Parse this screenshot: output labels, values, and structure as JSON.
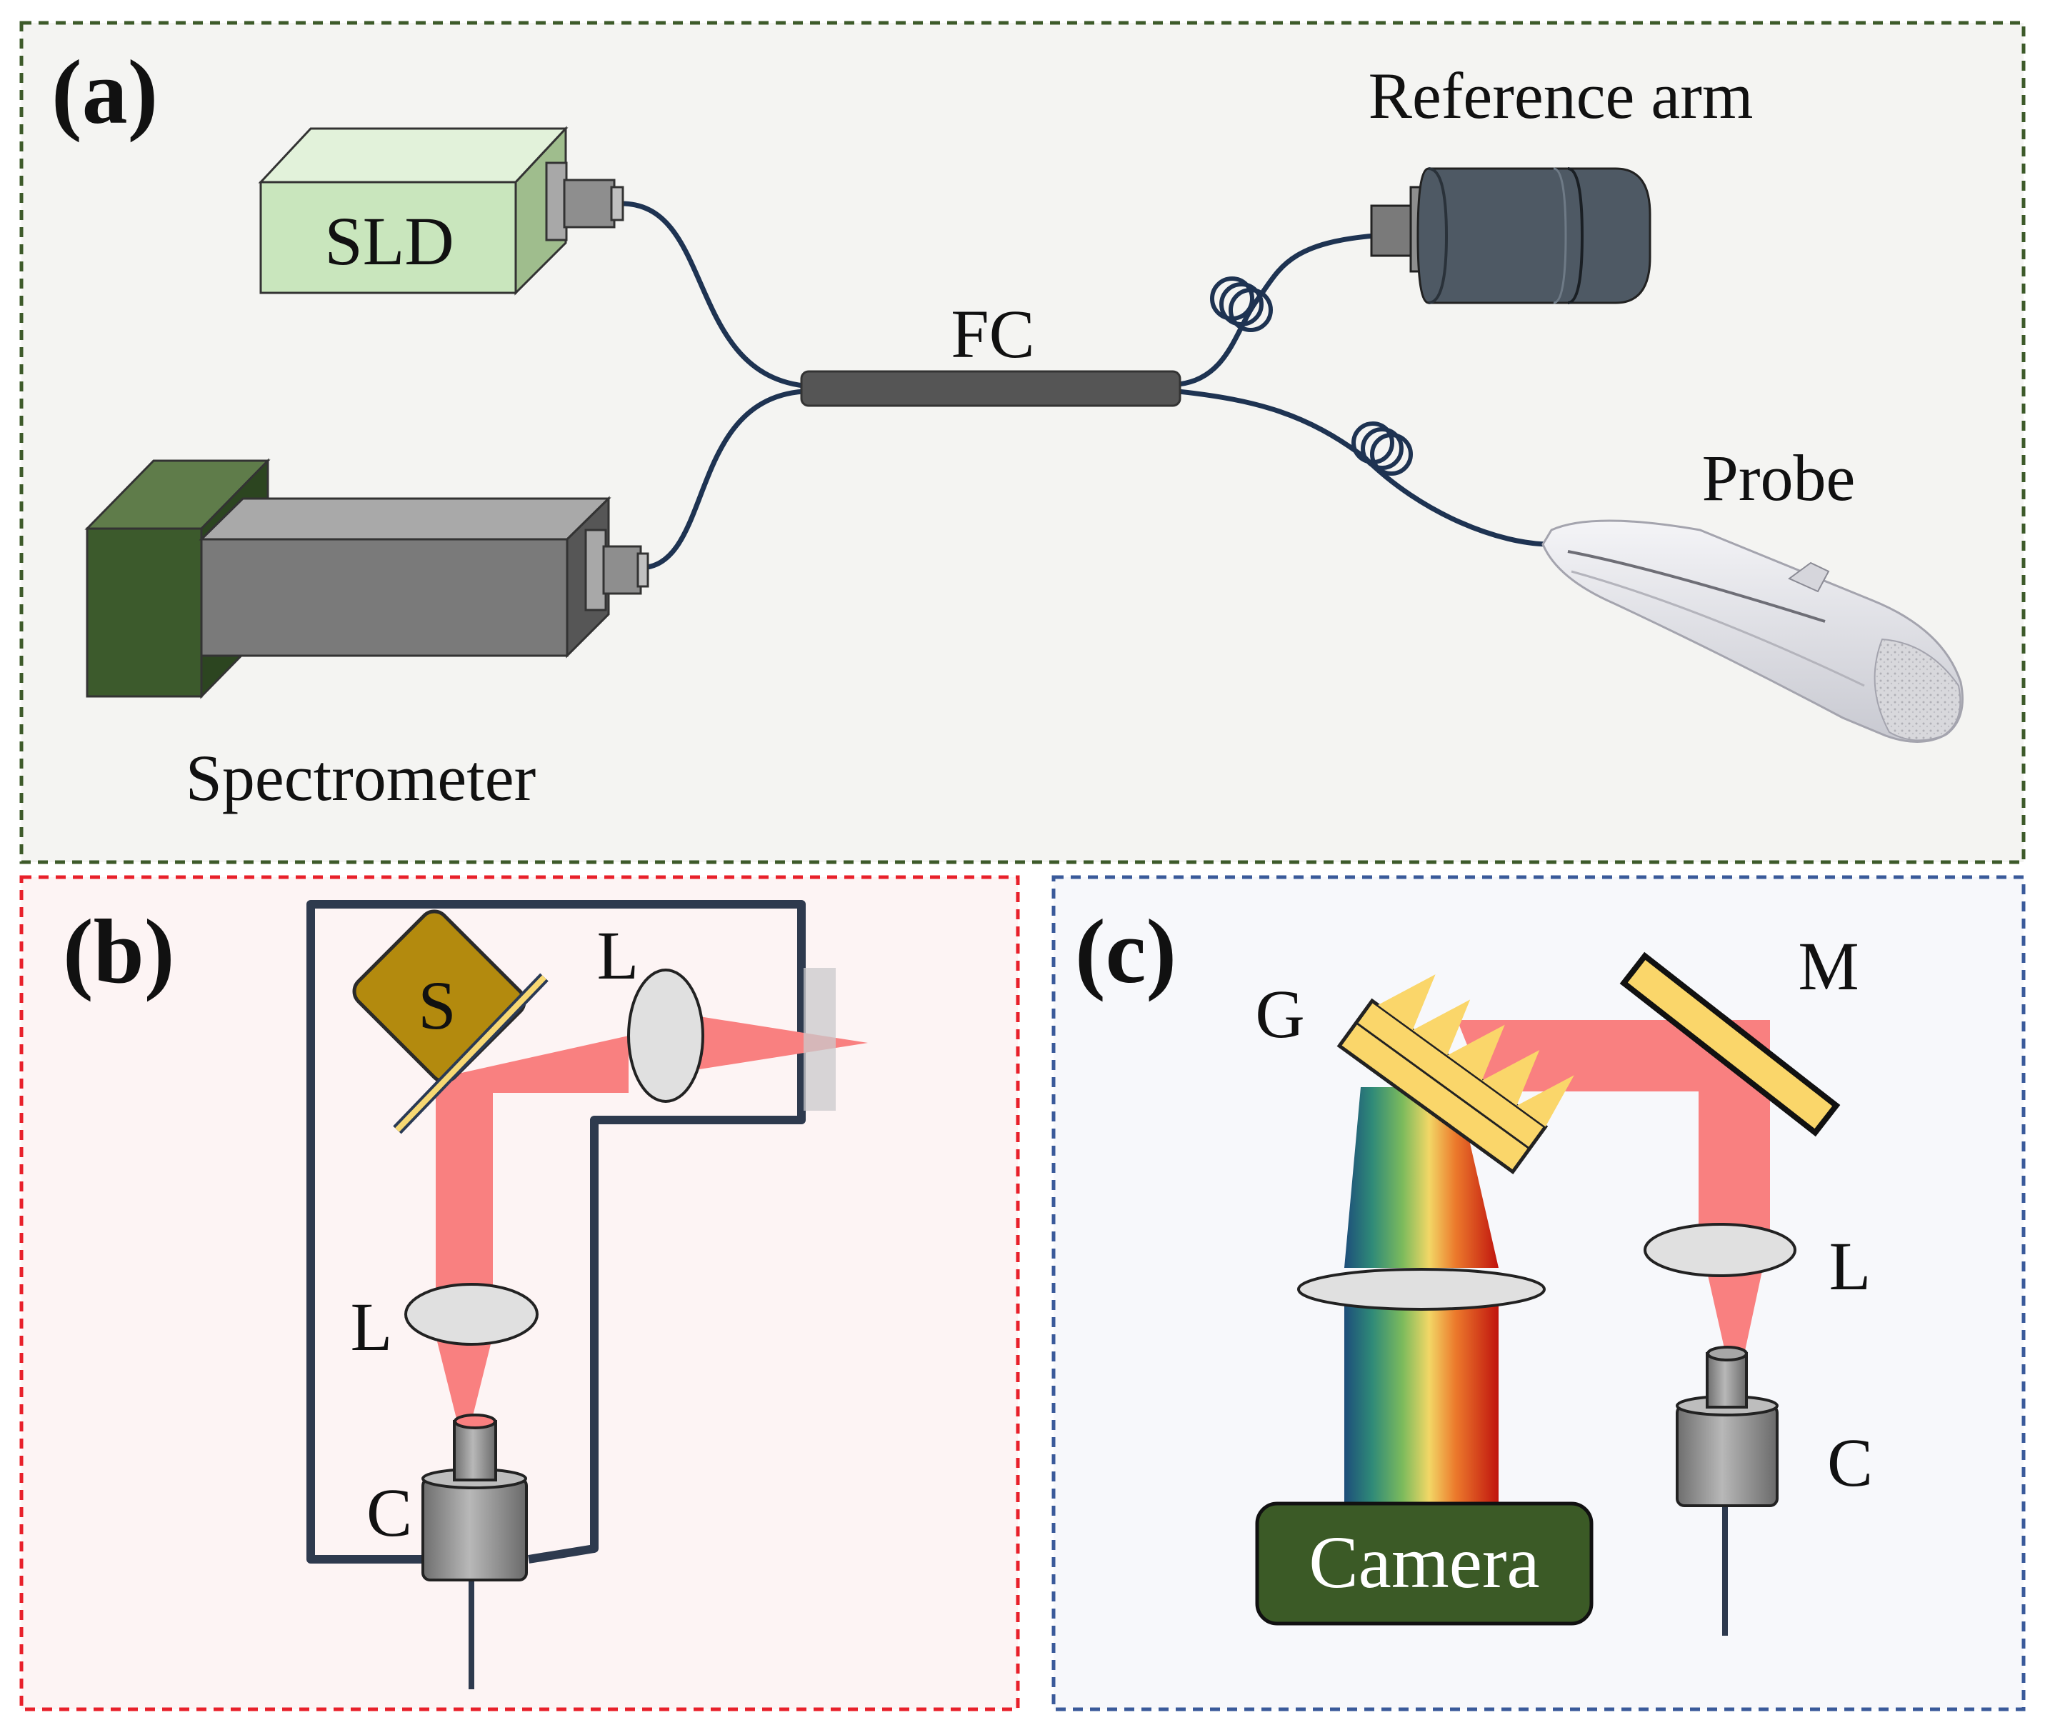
{
  "panels": {
    "a": {
      "tag": "(a)",
      "sld_label": "SLD",
      "fc_label": "FC",
      "reference_label": "Reference arm",
      "probe_label": "Probe",
      "spectrometer_label": "Spectrometer"
    },
    "b": {
      "tag": "(b)",
      "scanner_label": "S",
      "lens_top_label": "L",
      "lens_bottom_label": "L",
      "collimator_label": "C"
    },
    "c": {
      "tag": "(c)",
      "grating_label": "G",
      "mirror_label": "M",
      "lens_label": "L",
      "collimator_label": "C",
      "camera_label": "Camera"
    }
  },
  "colors": {
    "panel_a_border": "#3d5a2a",
    "panel_b_border": "#e8202a",
    "panel_c_border": "#3a5a9a",
    "fiber": "#1e3352",
    "beam": "#f98080",
    "sld_box": "#c9e6bd",
    "spectrometer_body": "#7a7a7a",
    "spectrometer_cap": "#3c5a2c",
    "reference_body": "#4e5964",
    "scanner": "#b38a0e",
    "grating": "#fad66a",
    "camera": "#3b5a26"
  }
}
